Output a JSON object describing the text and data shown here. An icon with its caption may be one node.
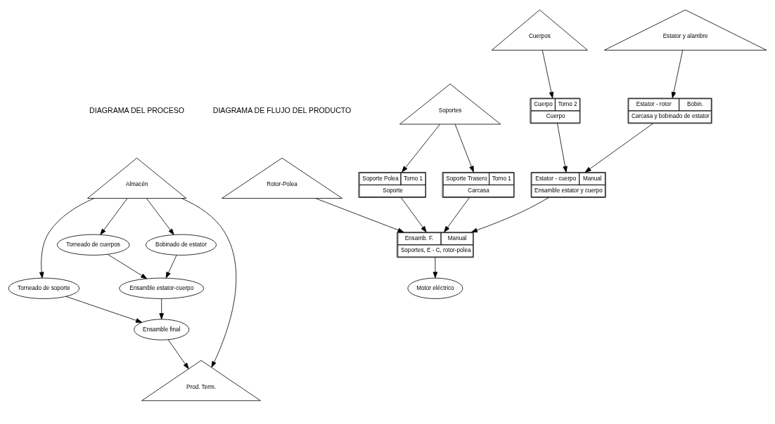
{
  "diagram": {
    "nodes": [
      {
        "text": [
          "Almacén"
        ]
      },
      {
        "text": [
          "Torneado de soporte"
        ]
      },
      {
        "text": [
          "Torneado de cuerpos"
        ]
      },
      {
        "text": [
          "Bobinado de estator"
        ]
      },
      {
        "text": [
          "Ensamble estator-cuerpo"
        ]
      },
      {
        "text": [
          "Ensamble final"
        ]
      },
      {
        "text": [
          "Prod. Term."
        ]
      },
      {
        "text": [
          "Soportes"
        ]
      },
      {
        "text": [
          "Rotor-Polea"
        ]
      },
      {
        "text": [
          "Cuerpos"
        ]
      },
      {
        "text": [
          "Estator y alambre"
        ]
      },
      {
        "text": [
          "Soporte Polea",
          "Torno 1",
          "Soporte"
        ]
      },
      {
        "text": [
          "Soporte Trasero",
          "Torno 1",
          "Carcasa"
        ]
      },
      {
        "text": [
          "Cuerpo",
          "Torno 2",
          "Cuerpo"
        ]
      },
      {
        "text": [
          "Estator - rotor",
          "Bobin.",
          "Carcasa y bobinado de estator"
        ]
      },
      {
        "text": [
          "Estator - cuerpo",
          "Manual",
          "Ensamble estator y cuerpo"
        ]
      },
      {
        "text": [
          "Ensamb. F.",
          "Manual",
          "Soportes, E - C, rotor-polea"
        ]
      },
      {
        "text": [
          "Motor eléctrico"
        ]
      }
    ],
    "edges": [
      {
        "from": 0,
        "to": 1,
        "arrow": "to"
      },
      {
        "from": 0,
        "to": 2,
        "arrow": "to"
      },
      {
        "from": 0,
        "to": 3,
        "arrow": "to"
      },
      {
        "from": 2,
        "to": 4,
        "arrow": "to"
      },
      {
        "from": 3,
        "to": 4,
        "arrow": "to"
      },
      {
        "from": 1,
        "to": 5,
        "arrow": "to"
      },
      {
        "from": 4,
        "to": 5,
        "arrow": "to"
      },
      {
        "from": 5,
        "to": 6,
        "arrow": "to"
      },
      {
        "from": 0,
        "to": 6,
        "arrow": "to"
      },
      {
        "from": 7,
        "to": 11,
        "arrow": "to"
      },
      {
        "from": 7,
        "to": 12,
        "arrow": "to"
      },
      {
        "from": 9,
        "to": 13,
        "arrow": "to"
      },
      {
        "from": 10,
        "to": 14,
        "arrow": "to"
      },
      {
        "from": 13,
        "to": 15,
        "arrow": "to"
      },
      {
        "from": 14,
        "to": 15,
        "arrow": "to"
      },
      {
        "from": 11,
        "to": 16,
        "arrow": "to"
      },
      {
        "from": 12,
        "to": 16,
        "arrow": "to"
      },
      {
        "from": 8,
        "to": 16,
        "arrow": "to"
      },
      {
        "from": 15,
        "to": 16,
        "arrow": "to"
      },
      {
        "from": 16,
        "to": 17,
        "arrow": "to"
      }
    ],
    "labels": [
      "DIAGRAMA DEL PROCESO",
      "DIAGRAMA DE FLUJO DEL PRODUCTO"
    ]
  }
}
